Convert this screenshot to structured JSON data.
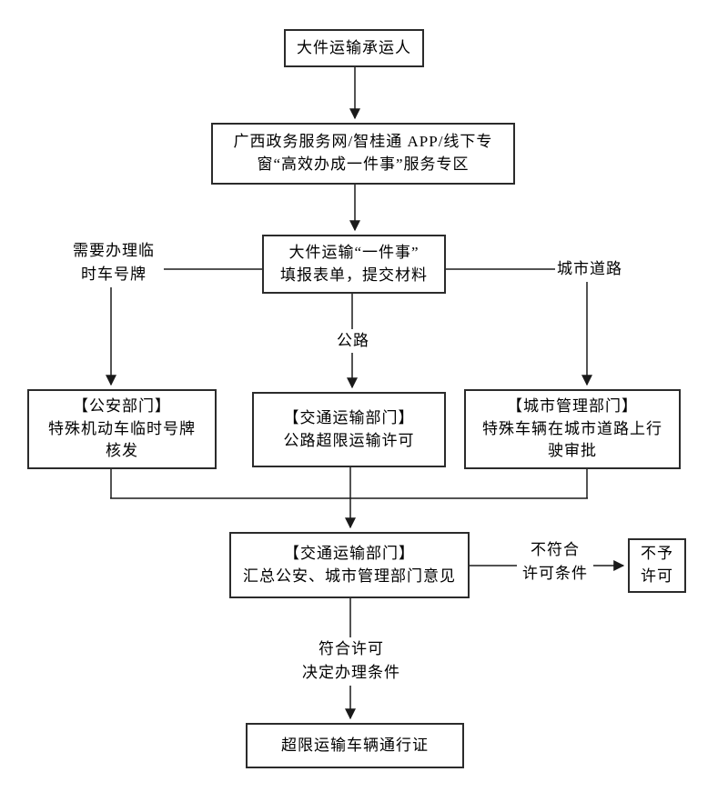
{
  "diagram": {
    "type": "flowchart",
    "nodes": {
      "carrier": {
        "lines": [
          "大件运输承运人"
        ]
      },
      "portal": {
        "lines": [
          "广西政务服务网/智桂通 APP/线下专",
          "窗“高效办成一件事”服务专区"
        ]
      },
      "filing": {
        "lines": [
          "大件运输“一件事”",
          "填报表单，提交材料"
        ]
      },
      "police": {
        "lines": [
          "【公安部门】",
          "特殊机动车临时号牌",
          "核发"
        ]
      },
      "transport": {
        "lines": [
          "【交通运输部门】",
          "公路超限运输许可"
        ]
      },
      "city": {
        "lines": [
          "【城市管理部门】",
          "特殊车辆在城市道路上行",
          "驶审批"
        ]
      },
      "summary": {
        "lines": [
          "【交通运输部门】",
          "汇总公安、城市管理部门意见"
        ]
      },
      "deny": {
        "lines": [
          "不予",
          "许可"
        ]
      },
      "permit": {
        "lines": [
          "超限运输车辆通行证"
        ]
      }
    },
    "edge_labels": {
      "temp_plate": {
        "lines": [
          "需要办理临",
          "时车号牌"
        ]
      },
      "highway": {
        "lines": [
          "公路"
        ]
      },
      "city_road": {
        "lines": [
          "城市道路"
        ]
      },
      "not_meet": {
        "lines": [
          "不符合",
          "许可条件"
        ]
      },
      "meet": {
        "lines": [
          "符合许可",
          "决定办理条件"
        ]
      }
    },
    "colors": {
      "line": "#1a1a1a",
      "border": "#2b2b2b",
      "text": "#000000",
      "background": "#ffffff"
    }
  }
}
